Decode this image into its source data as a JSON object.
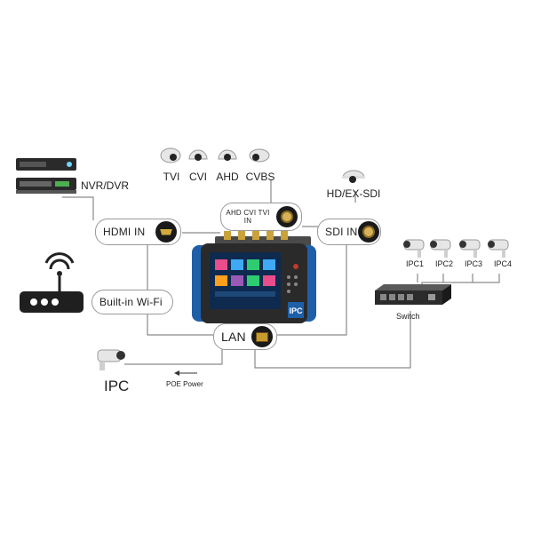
{
  "labels": {
    "nvr_dvr": "NVR/DVR",
    "tvi": "TVI",
    "cvi": "CVI",
    "ahd": "AHD",
    "cvbs": "CVBS",
    "hd_ex_sdi": "HD/EX-SDI",
    "ipc_main": "IPC",
    "poe_power": "POE Power",
    "switch": "Switch",
    "ipc1": "IPC1",
    "ipc2": "IPC2",
    "ipc3": "IPC3",
    "ipc4": "IPC4",
    "tester_badge": "IPC"
  },
  "ports": {
    "hdmi_in": "HDMI IN",
    "ahd_cvi_tvi_in": "AHD CVI TVI IN",
    "sdi_in": "SDI IN",
    "built_in_wifi": "Built-in Wi-Fi",
    "lan": "LAN"
  },
  "colors": {
    "device_blue": "#1f5fa8",
    "screen_bg": "#0e2a4f",
    "line": "#8a8a8a",
    "connector_gold": "#d4aa3e"
  },
  "icons": {
    "recorder": "dvr-icon",
    "camera": "cctv-camera-icon",
    "router": "wifi-router-icon",
    "switch": "network-switch-icon"
  }
}
